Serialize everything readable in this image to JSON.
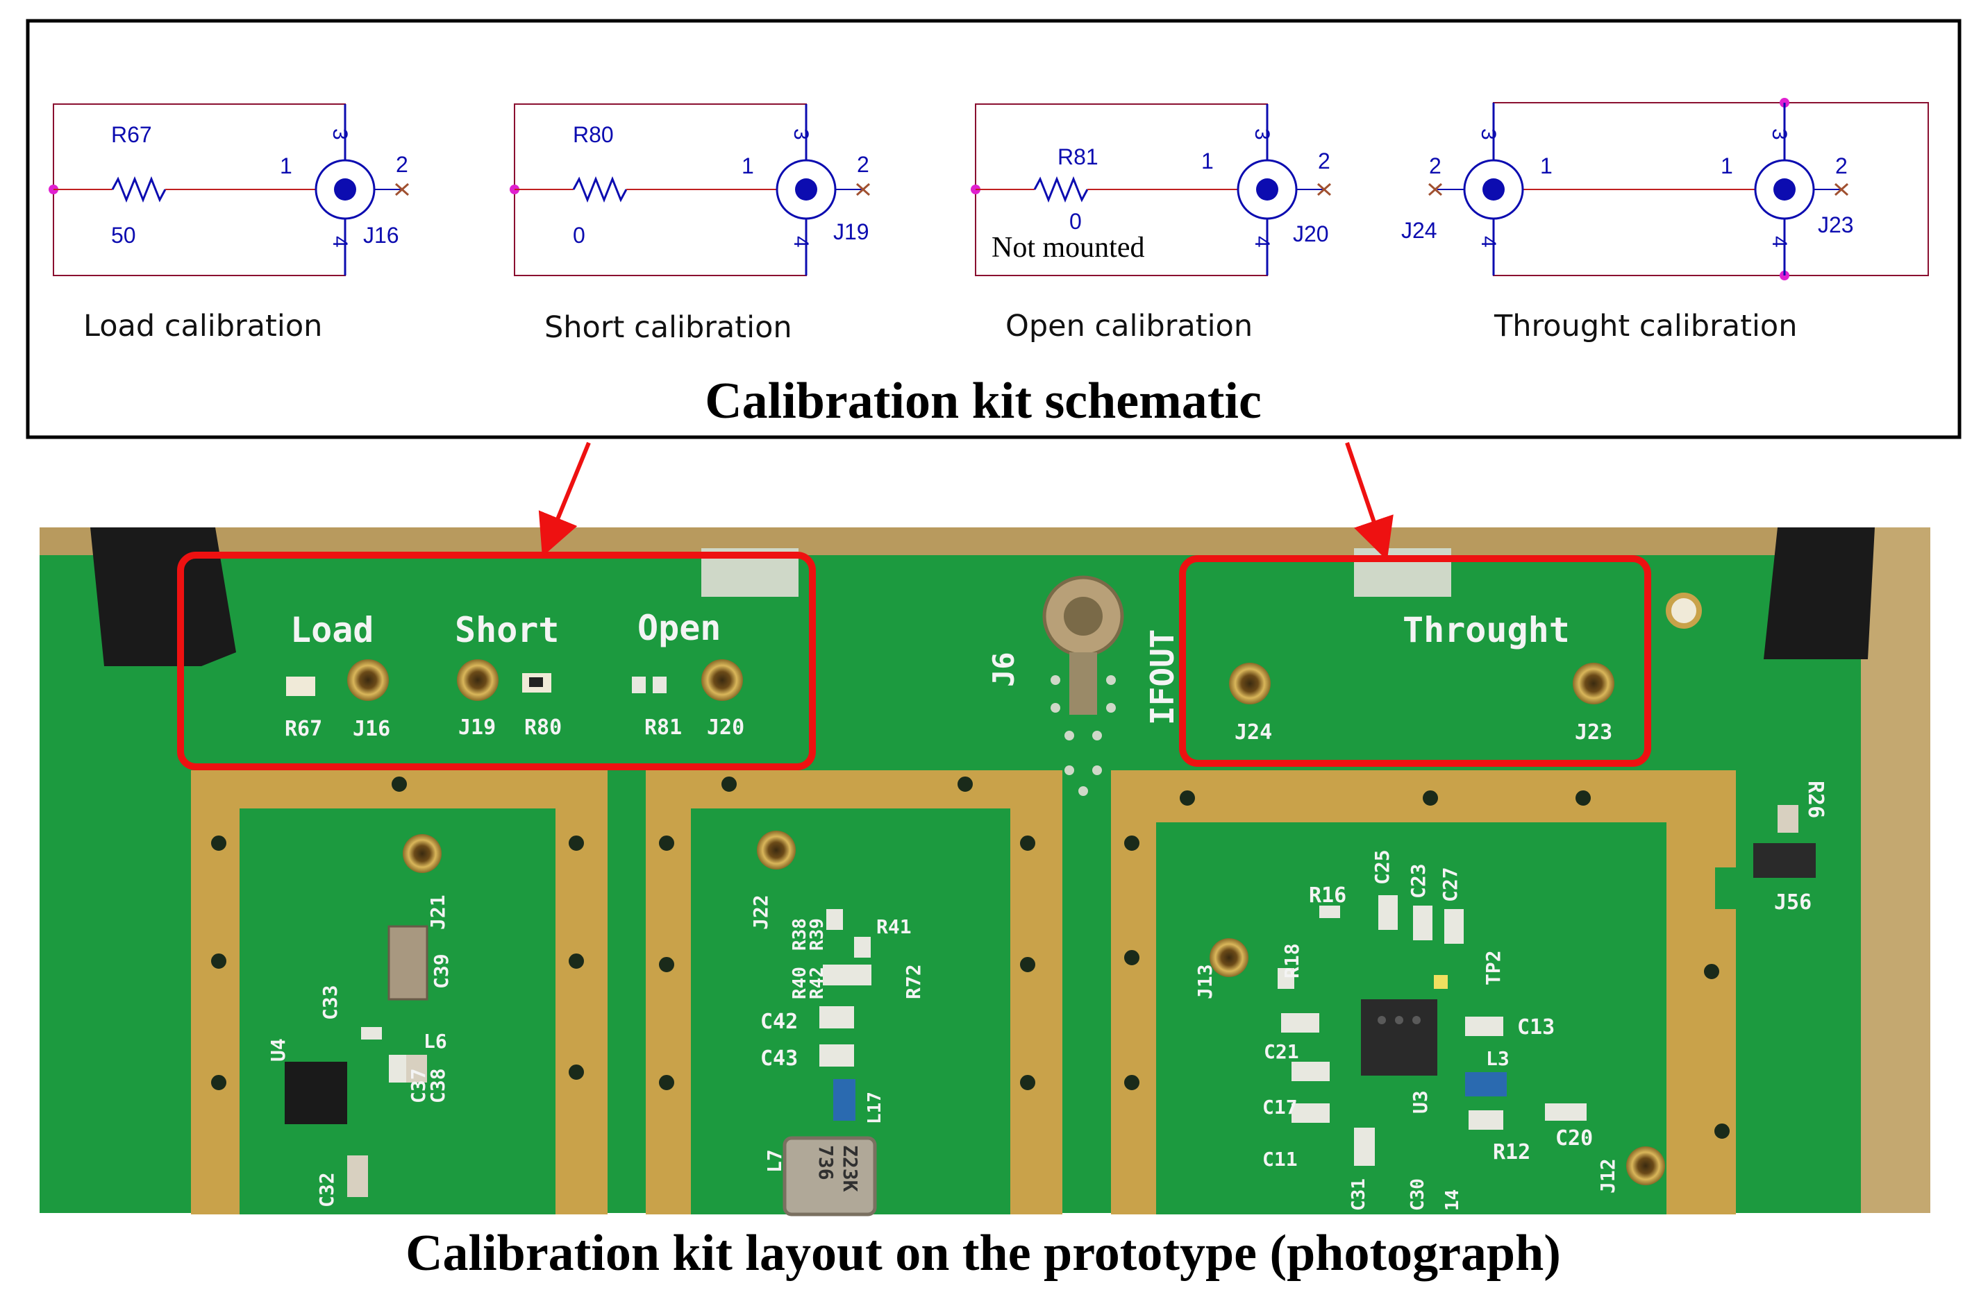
{
  "schematic": {
    "title": "Calibration kit schematic",
    "load": {
      "resistor_ref": "R67",
      "resistor_value": "50",
      "connector_ref": "J16",
      "pin1": "1",
      "pin2": "2",
      "pin3": "3",
      "pin4": "4",
      "caption": "Load calibration"
    },
    "short": {
      "resistor_ref": "R80",
      "resistor_value": "0",
      "connector_ref": "J19",
      "pin1": "1",
      "pin2": "2",
      "pin3": "3",
      "pin4": "4",
      "caption": "Short calibration"
    },
    "open": {
      "resistor_ref": "R81",
      "resistor_value": "0",
      "note": "Not mounted",
      "connector_ref": "J20",
      "pin1": "1",
      "pin2": "2",
      "pin3": "3",
      "pin4": "4",
      "caption": "Open calibration"
    },
    "through": {
      "left_ref": "J24",
      "right_ref": "J23",
      "left_pin2": "2",
      "left_pin1": "1",
      "left_pin3": "3",
      "left_pin4": "4",
      "right_pin1": "1",
      "right_pin2": "2",
      "right_pin3": "3",
      "right_pin4": "4",
      "caption": "Throught calibration"
    }
  },
  "photo": {
    "caption": "Calibration kit layout on the prototype (photograph)",
    "silkscreen": {
      "load": "Load",
      "short": "Short",
      "open": "Open",
      "through": "Throught",
      "r67": "R67",
      "j16": "J16",
      "j19": "J19",
      "r80": "R80",
      "r81": "R81",
      "j20": "J20",
      "j24": "J24",
      "j23": "J23",
      "j6": "J6",
      "ifout": "IFOUT",
      "r26": "R26",
      "j56": "J56",
      "j21": "J21",
      "c39": "C39",
      "c33": "C33",
      "l6": "L6",
      "u4": "U4",
      "c37": "C37",
      "c38": "C38",
      "c32": "C32",
      "j22": "J22",
      "r38": "R38",
      "r39": "R39",
      "r41": "R41",
      "r40": "R40",
      "r42": "R42",
      "r72": "R72",
      "c42": "C42",
      "c43": "C43",
      "l17": "L17",
      "l7": "L7",
      "xtal_line1": "736",
      "xtal_line2": "Z23K",
      "r16": "R16",
      "c25": "C25",
      "c23": "C23",
      "c27": "C27",
      "j13": "J13",
      "r18": "R18",
      "tp2": "TP2",
      "c21": "C21",
      "c13": "C13",
      "l3": "L3",
      "c17": "C17",
      "u3": "U3",
      "c11": "C11",
      "r12": "R12",
      "c20": "C20",
      "j12": "J12",
      "c31": "C31",
      "c30": "C30",
      "c14": "14"
    }
  },
  "colors": {
    "pcb_green": "#1c9a3f",
    "gold_pad": "#c9a24a",
    "highlight_red": "#ee1111",
    "schematic_blue": "#0c0cb0",
    "schematic_box": "#8a1030",
    "net_dot": "#e020d0"
  }
}
